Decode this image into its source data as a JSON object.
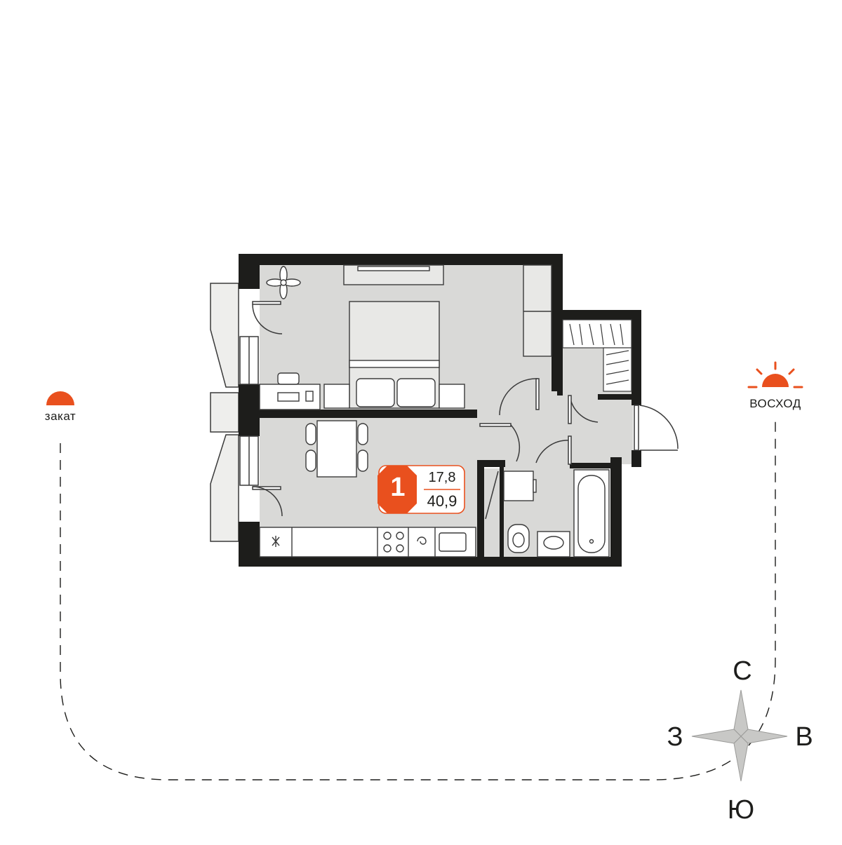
{
  "colors": {
    "accent": "#e9501e",
    "wall": "#1d1d1b",
    "floor": "#d9d9d7",
    "balcony": "#eeeeec",
    "furniture_stroke": "#3a3a3a",
    "compass": "#c8c8c6"
  },
  "plan": {
    "rooms_count": "1",
    "living_area": "17,8",
    "total_area": "40,9"
  },
  "sunset": {
    "label": "закат",
    "icon": "sunset-icon"
  },
  "sunrise": {
    "label": "восход",
    "icon": "sunrise-icon"
  },
  "compass": {
    "north": "С",
    "south": "Ю",
    "west": "З",
    "east": "В"
  }
}
